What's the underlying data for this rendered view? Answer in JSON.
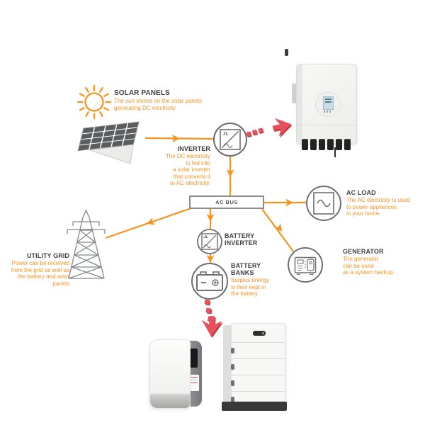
{
  "diagram": {
    "solar_panels": {
      "title": "SOLAR PANELS",
      "desc": [
        "The sun shines on the solar panels",
        "generating DC electricity"
      ]
    },
    "inverter": {
      "title": "INVERTER",
      "desc": [
        "The DC electricity",
        "is fed into",
        "a solar inverter",
        "that converts it",
        "to AC electricity."
      ]
    },
    "ac_bus": {
      "label": "AC BUS"
    },
    "ac_load": {
      "title": "AC LOAD",
      "desc": [
        "The AC electricity is used",
        "to power appliances",
        "in your home."
      ]
    },
    "utility_grid": {
      "title": "UTILITY GRID",
      "desc": [
        "Power can be received",
        "from the grid as well as",
        "the battery and solar panels"
      ]
    },
    "battery_inverter": {
      "title": [
        "BATTERY",
        "INVERTER"
      ]
    },
    "battery_banks": {
      "title": [
        "BATTERY",
        "BANKS"
      ],
      "desc": [
        "Surplus energy",
        "is then kept in",
        "the battery"
      ]
    },
    "generator": {
      "title": "GENERATOR",
      "desc": [
        "The generator",
        "can be used",
        "as a system backup."
      ]
    }
  },
  "colors": {
    "accent_orange": "#F6921E",
    "title_dark": "#414042",
    "icon_gray": "#6D6E71",
    "arrow_red": "#E8515C"
  }
}
